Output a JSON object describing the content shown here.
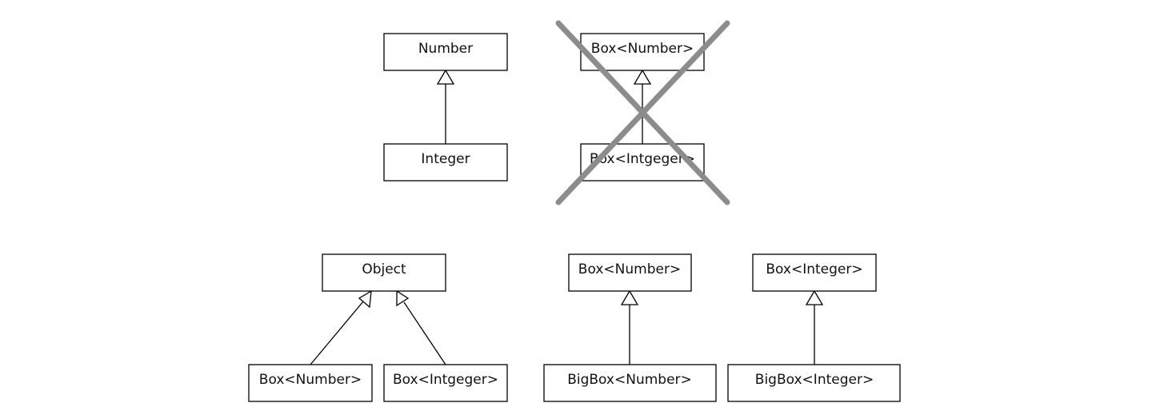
{
  "diagram": {
    "top": {
      "valid": {
        "parent": "Number",
        "child": "Integer"
      },
      "invalid": {
        "parent": "Box<Number>",
        "child": "Box<Intgeger>"
      }
    },
    "bottom": {
      "object_group": {
        "parent": "Object",
        "child_left": "Box<Number>",
        "child_right": "Box<Intgeger>"
      },
      "number_group": {
        "parent": "Box<Number>",
        "child": "BigBox<Number>"
      },
      "integer_group": {
        "parent": "Box<Integer>",
        "child": "BigBox<Integer>"
      }
    }
  },
  "colors": {
    "cross": "#8c8c8c"
  }
}
